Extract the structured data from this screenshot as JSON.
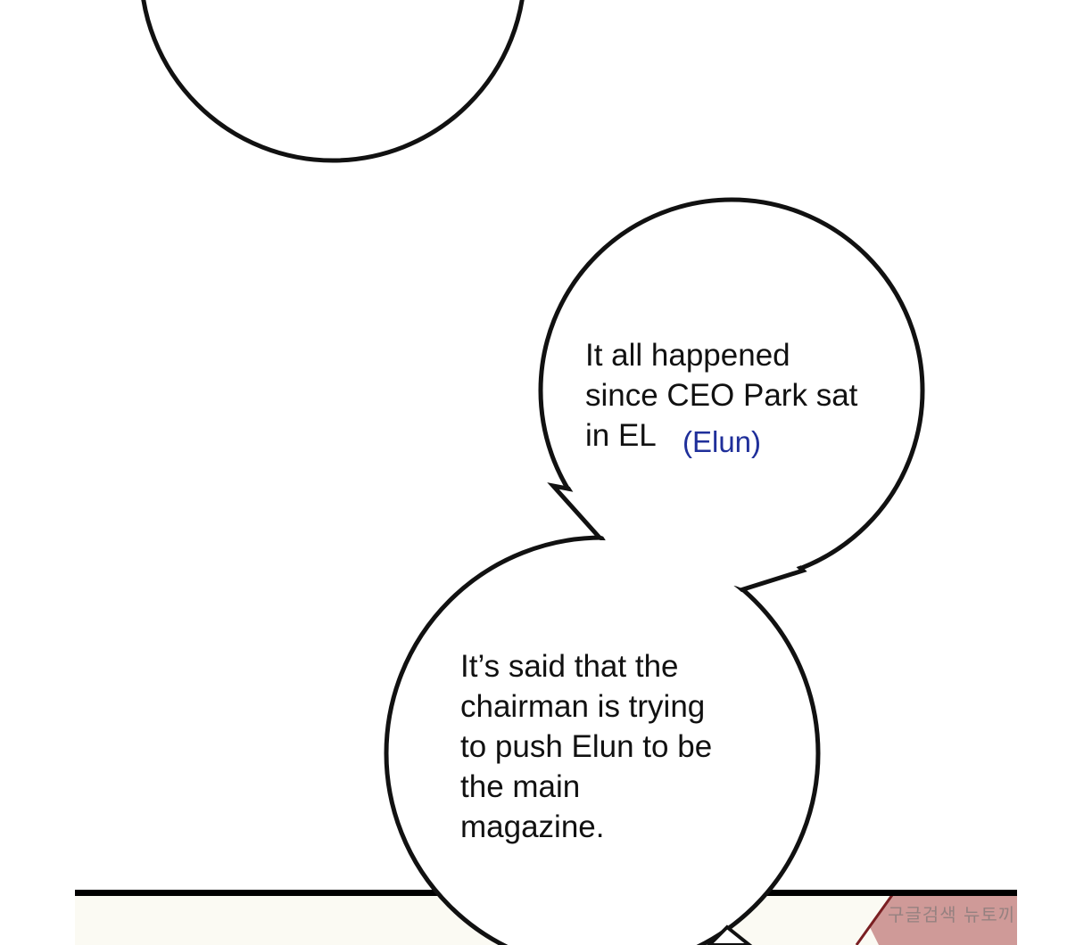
{
  "bubbles": {
    "upper": {
      "lines": "It all happened\nsince CEO Park sat\nin EL"
    },
    "lower": {
      "lines": "It’s said that the\nchairman is trying\nto push Elun to be\nthe main\nmagazine."
    }
  },
  "translator_note": "(Elun)",
  "watermark": "구글검색 뉴토끼",
  "colors": {
    "note": "#1f2f9a",
    "panel_fill": "#fbfaf3",
    "pink": "#cf9a98"
  }
}
